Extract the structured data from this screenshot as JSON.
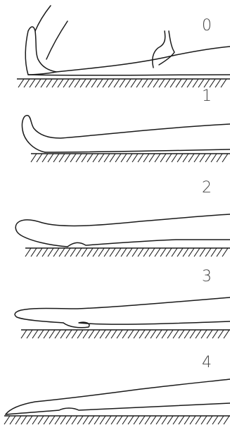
{
  "figure": {
    "stages": [
      {
        "label": "0"
      },
      {
        "label": "1"
      },
      {
        "label": "2"
      },
      {
        "label": "3"
      },
      {
        "label": "4"
      }
    ]
  },
  "colors": {
    "ink": "#1a1a1a",
    "label": "#444444",
    "background": "#ffffff"
  }
}
